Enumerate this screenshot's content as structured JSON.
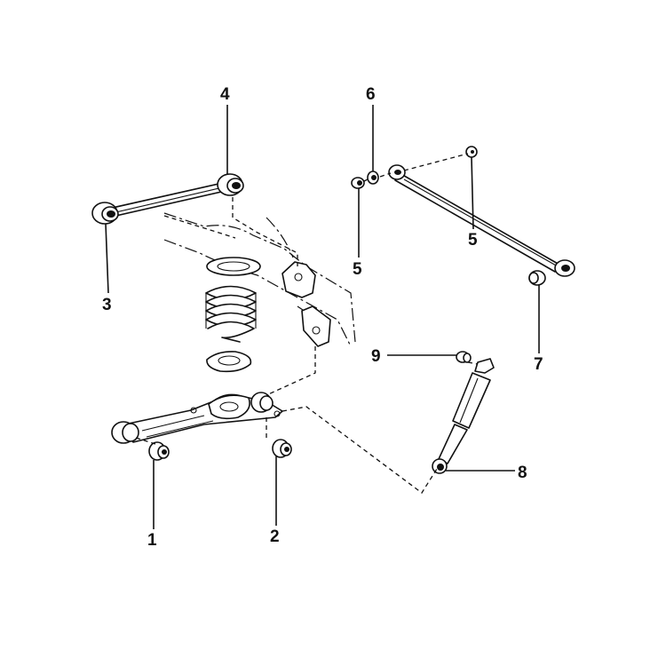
{
  "diagram": {
    "callouts": [
      {
        "id": "c1",
        "label": "1"
      },
      {
        "id": "c2",
        "label": "2"
      },
      {
        "id": "c3",
        "label": "3"
      },
      {
        "id": "c4",
        "label": "4"
      },
      {
        "id": "c5a",
        "label": "5"
      },
      {
        "id": "c5b",
        "label": "5"
      },
      {
        "id": "c6",
        "label": "6"
      },
      {
        "id": "c7",
        "label": "7"
      },
      {
        "id": "c8",
        "label": "8"
      },
      {
        "id": "c9",
        "label": "9"
      }
    ],
    "colors": {
      "ink": "#111111",
      "background": "#ffffff"
    }
  }
}
